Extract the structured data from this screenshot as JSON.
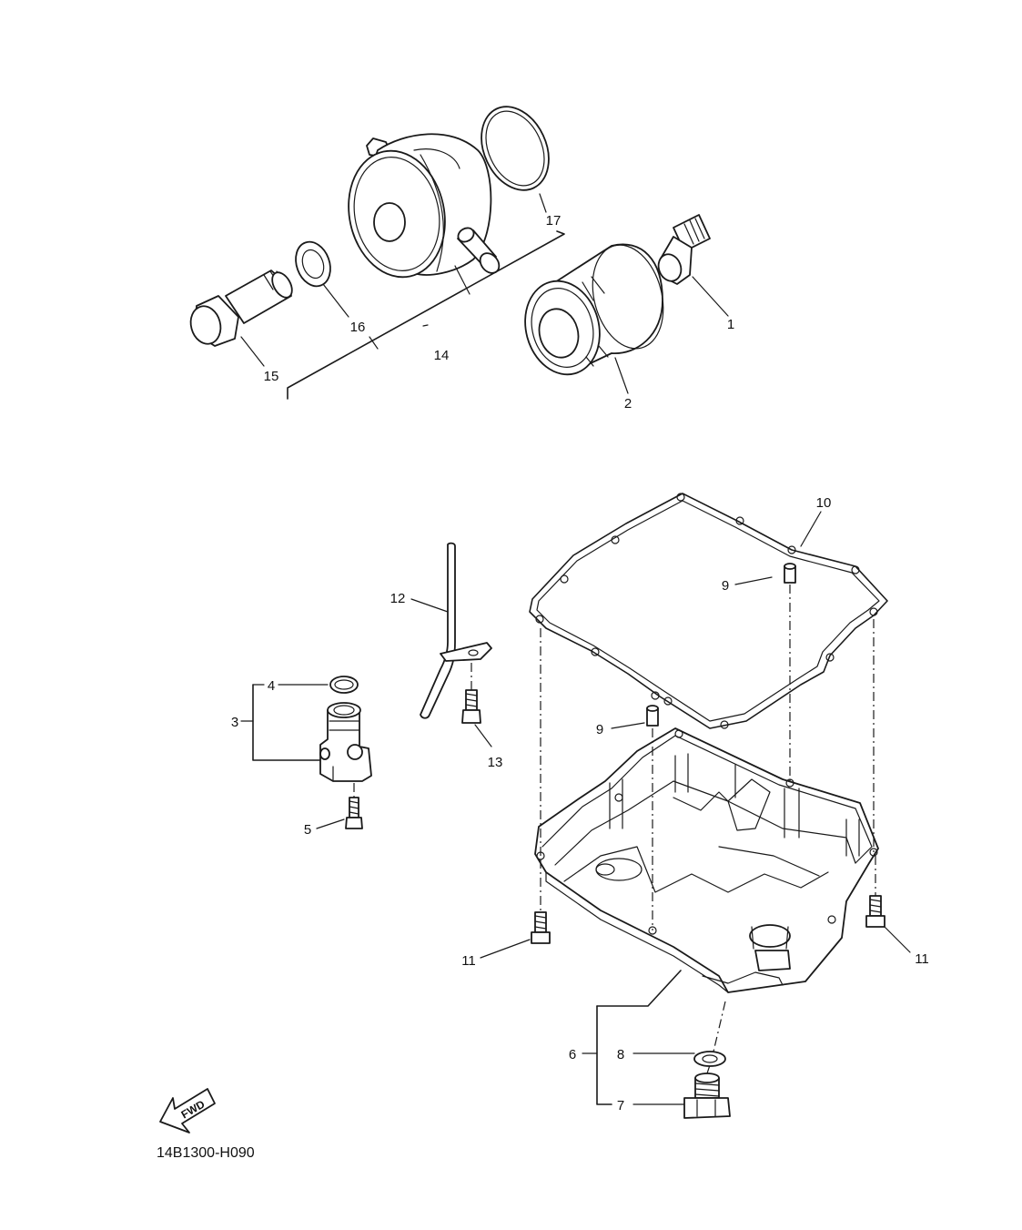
{
  "diagram_code": "14B1300-H090",
  "fwd_label": "FWD",
  "callouts": {
    "c1": "1",
    "c2": "2",
    "c3": "3",
    "c4": "4",
    "c5": "5",
    "c6": "6",
    "c7": "7",
    "c8": "8",
    "c9a": "9",
    "c9b": "9",
    "c10": "10",
    "c11a": "11",
    "c11b": "11",
    "c12": "12",
    "c13": "13",
    "c14": "14",
    "c15": "15",
    "c16": "16",
    "c17": "17"
  }
}
